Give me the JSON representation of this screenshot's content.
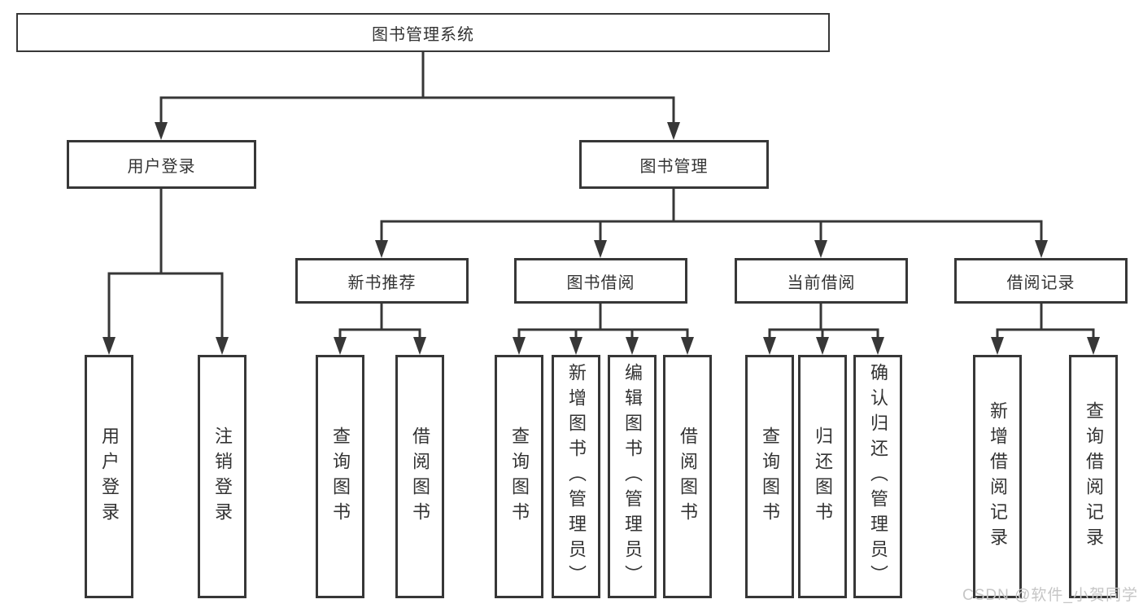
{
  "diagram": {
    "title": "图书管理系统",
    "root": {
      "label": "图书管理系统"
    },
    "branches": {
      "user_login": {
        "label": "用户登录",
        "children": [
          "用户登录",
          "注销登录"
        ]
      },
      "book_mgmt": {
        "label": "图书管理"
      }
    },
    "modules": {
      "new_books": {
        "label": "新书推荐",
        "children": [
          "查询图书",
          "借阅图书"
        ]
      },
      "borrowing": {
        "label": "图书借阅",
        "children": [
          "查询图书",
          "新增图书（管理员）",
          "编辑图书（管理员）",
          "借阅图书"
        ]
      },
      "current": {
        "label": "当前借阅",
        "children": [
          "查询图书",
          "归还图书",
          "确认归还（管理员）"
        ]
      },
      "records": {
        "label": "借阅记录",
        "children": [
          "新增借阅记录",
          "查询借阅记录"
        ]
      }
    }
  },
  "watermark": {
    "text": "CSDN @软件_小贺同学"
  },
  "colors": {
    "line": "#373737",
    "text": "#333333",
    "background": "#ffffff",
    "watermark": "#c6c6c6"
  }
}
